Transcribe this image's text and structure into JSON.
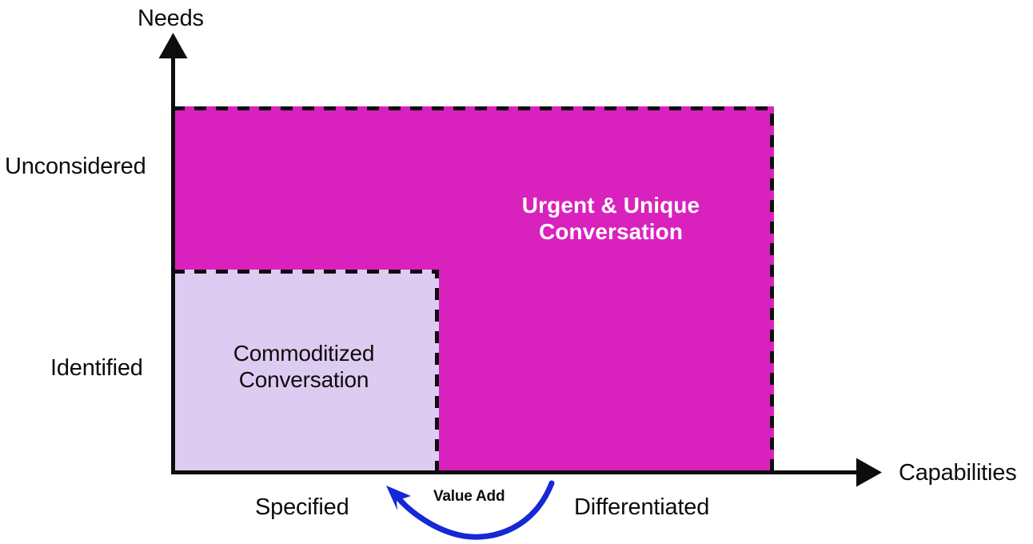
{
  "chart_data": {
    "type": "diagram",
    "subtype": "stepped-area-quadrant",
    "title": "",
    "xlabel": "Capabilities",
    "ylabel": "Needs",
    "x_tick_labels": [
      "Specified",
      "Differentiated"
    ],
    "y_tick_labels": [
      "Identified",
      "Unconsidered"
    ],
    "grid": false,
    "legend": "none",
    "regions": [
      {
        "name": "commoditized",
        "label": "Commoditized Conversation",
        "label_lines": [
          "Commoditized",
          "Conversation"
        ],
        "fill": "#DECBF2",
        "border": "dashed",
        "border_color": "#0d0d0d",
        "x_range": [
          "Specified_start",
          "Specified_end"
        ],
        "y_range": [
          "base",
          "Identified_top"
        ]
      },
      {
        "name": "urgent-unique",
        "label": "Urgent & Unique Conversation",
        "label_lines": [
          "Urgent & Unique",
          "Conversation"
        ],
        "fill": "#D921BE",
        "text_color": "#FFFFFF",
        "border": "dashed",
        "border_color": "#0d0d0d",
        "x_range": [
          "Specified_start",
          "Differentiated_end"
        ],
        "y_range": [
          "base",
          "Unconsidered_top"
        ]
      }
    ],
    "annotations": [
      {
        "name": "value-add",
        "text": "Value Add",
        "color": "#1428D6",
        "shape": "curved-arrow",
        "direction": "right-to-left",
        "meaning": "movement from Differentiated toward Specified"
      }
    ]
  },
  "axes": {
    "y_title": "Needs",
    "x_title": "Capabilities",
    "y_ticks": [
      {
        "label": "Unconsidered"
      },
      {
        "label": "Identified"
      }
    ],
    "x_ticks": [
      {
        "label": "Specified"
      },
      {
        "label": "Differentiated"
      }
    ]
  },
  "quadrants": {
    "urgent": {
      "line1": "Urgent & Unique",
      "line2": "Conversation"
    },
    "commoditized": {
      "line1": "Commoditized",
      "line2": "Conversation"
    }
  },
  "annotation": {
    "value_add": "Value Add"
  },
  "colors": {
    "magenta": "#D921BE",
    "lavender": "#DECBF2",
    "blue": "#1428D6",
    "ink": "#0d0d0d",
    "white": "#FFFFFF",
    "background": "#FFFFFF"
  }
}
